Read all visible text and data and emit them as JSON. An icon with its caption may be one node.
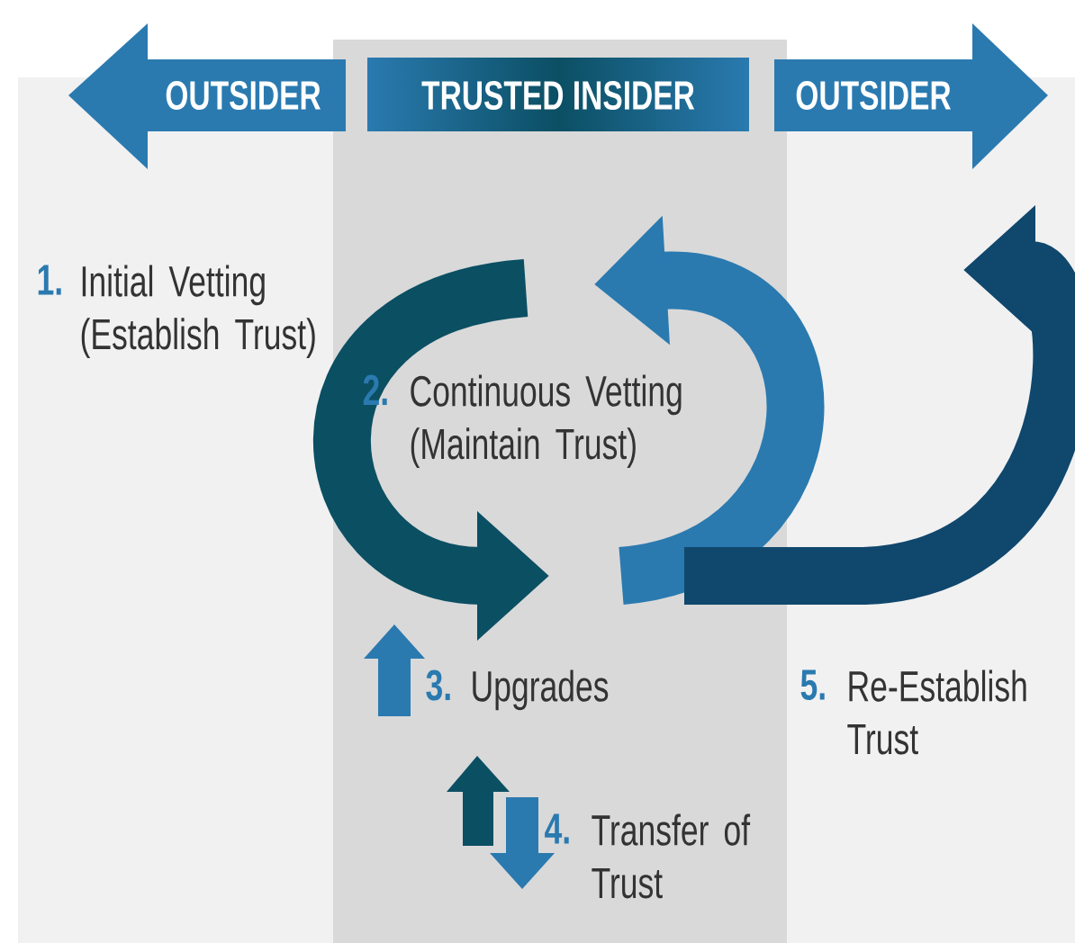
{
  "diagram": {
    "nodes": [
      {
        "text": [
          "OUTSIDER"
        ]
      },
      {
        "text": [
          "TRUSTED INSIDER"
        ]
      },
      {
        "text": [
          "OUTSIDER"
        ]
      }
    ],
    "labels": [
      "1.",
      "Initial Vetting (Establish Trust)",
      "2.",
      "Continuous Vetting (Maintain Trust)",
      "3.",
      "Upgrades",
      "4.",
      "Transfer of Trust",
      "5.",
      "Re-Establish Trust"
    ]
  }
}
